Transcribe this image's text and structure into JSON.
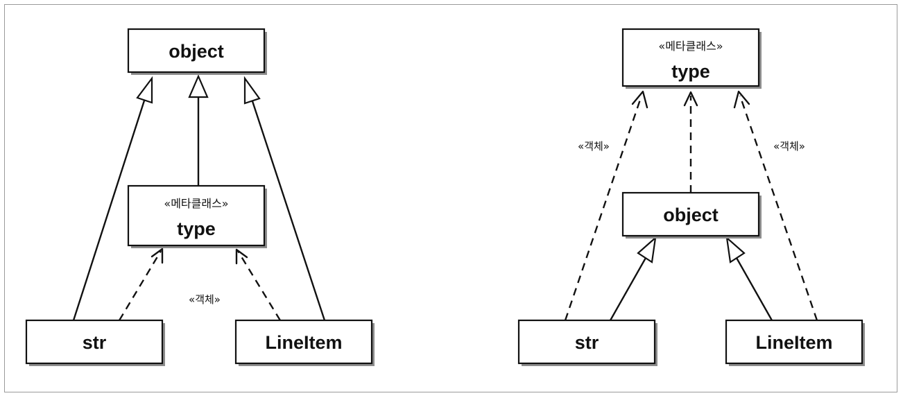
{
  "left": {
    "object_box": {
      "name": "object"
    },
    "type_box": {
      "stereotype": "«메타클래스»",
      "name": "type"
    },
    "str_box": {
      "name": "str"
    },
    "lineitem_box": {
      "name": "LineItem"
    },
    "instance_label": "«객체»"
  },
  "right": {
    "type_box": {
      "stereotype": "«메타클래스»",
      "name": "type"
    },
    "object_box": {
      "name": "object"
    },
    "str_box": {
      "name": "str"
    },
    "lineitem_box": {
      "name": "LineItem"
    },
    "instance_label_left": "«객체»",
    "instance_label_right": "«객체»"
  }
}
